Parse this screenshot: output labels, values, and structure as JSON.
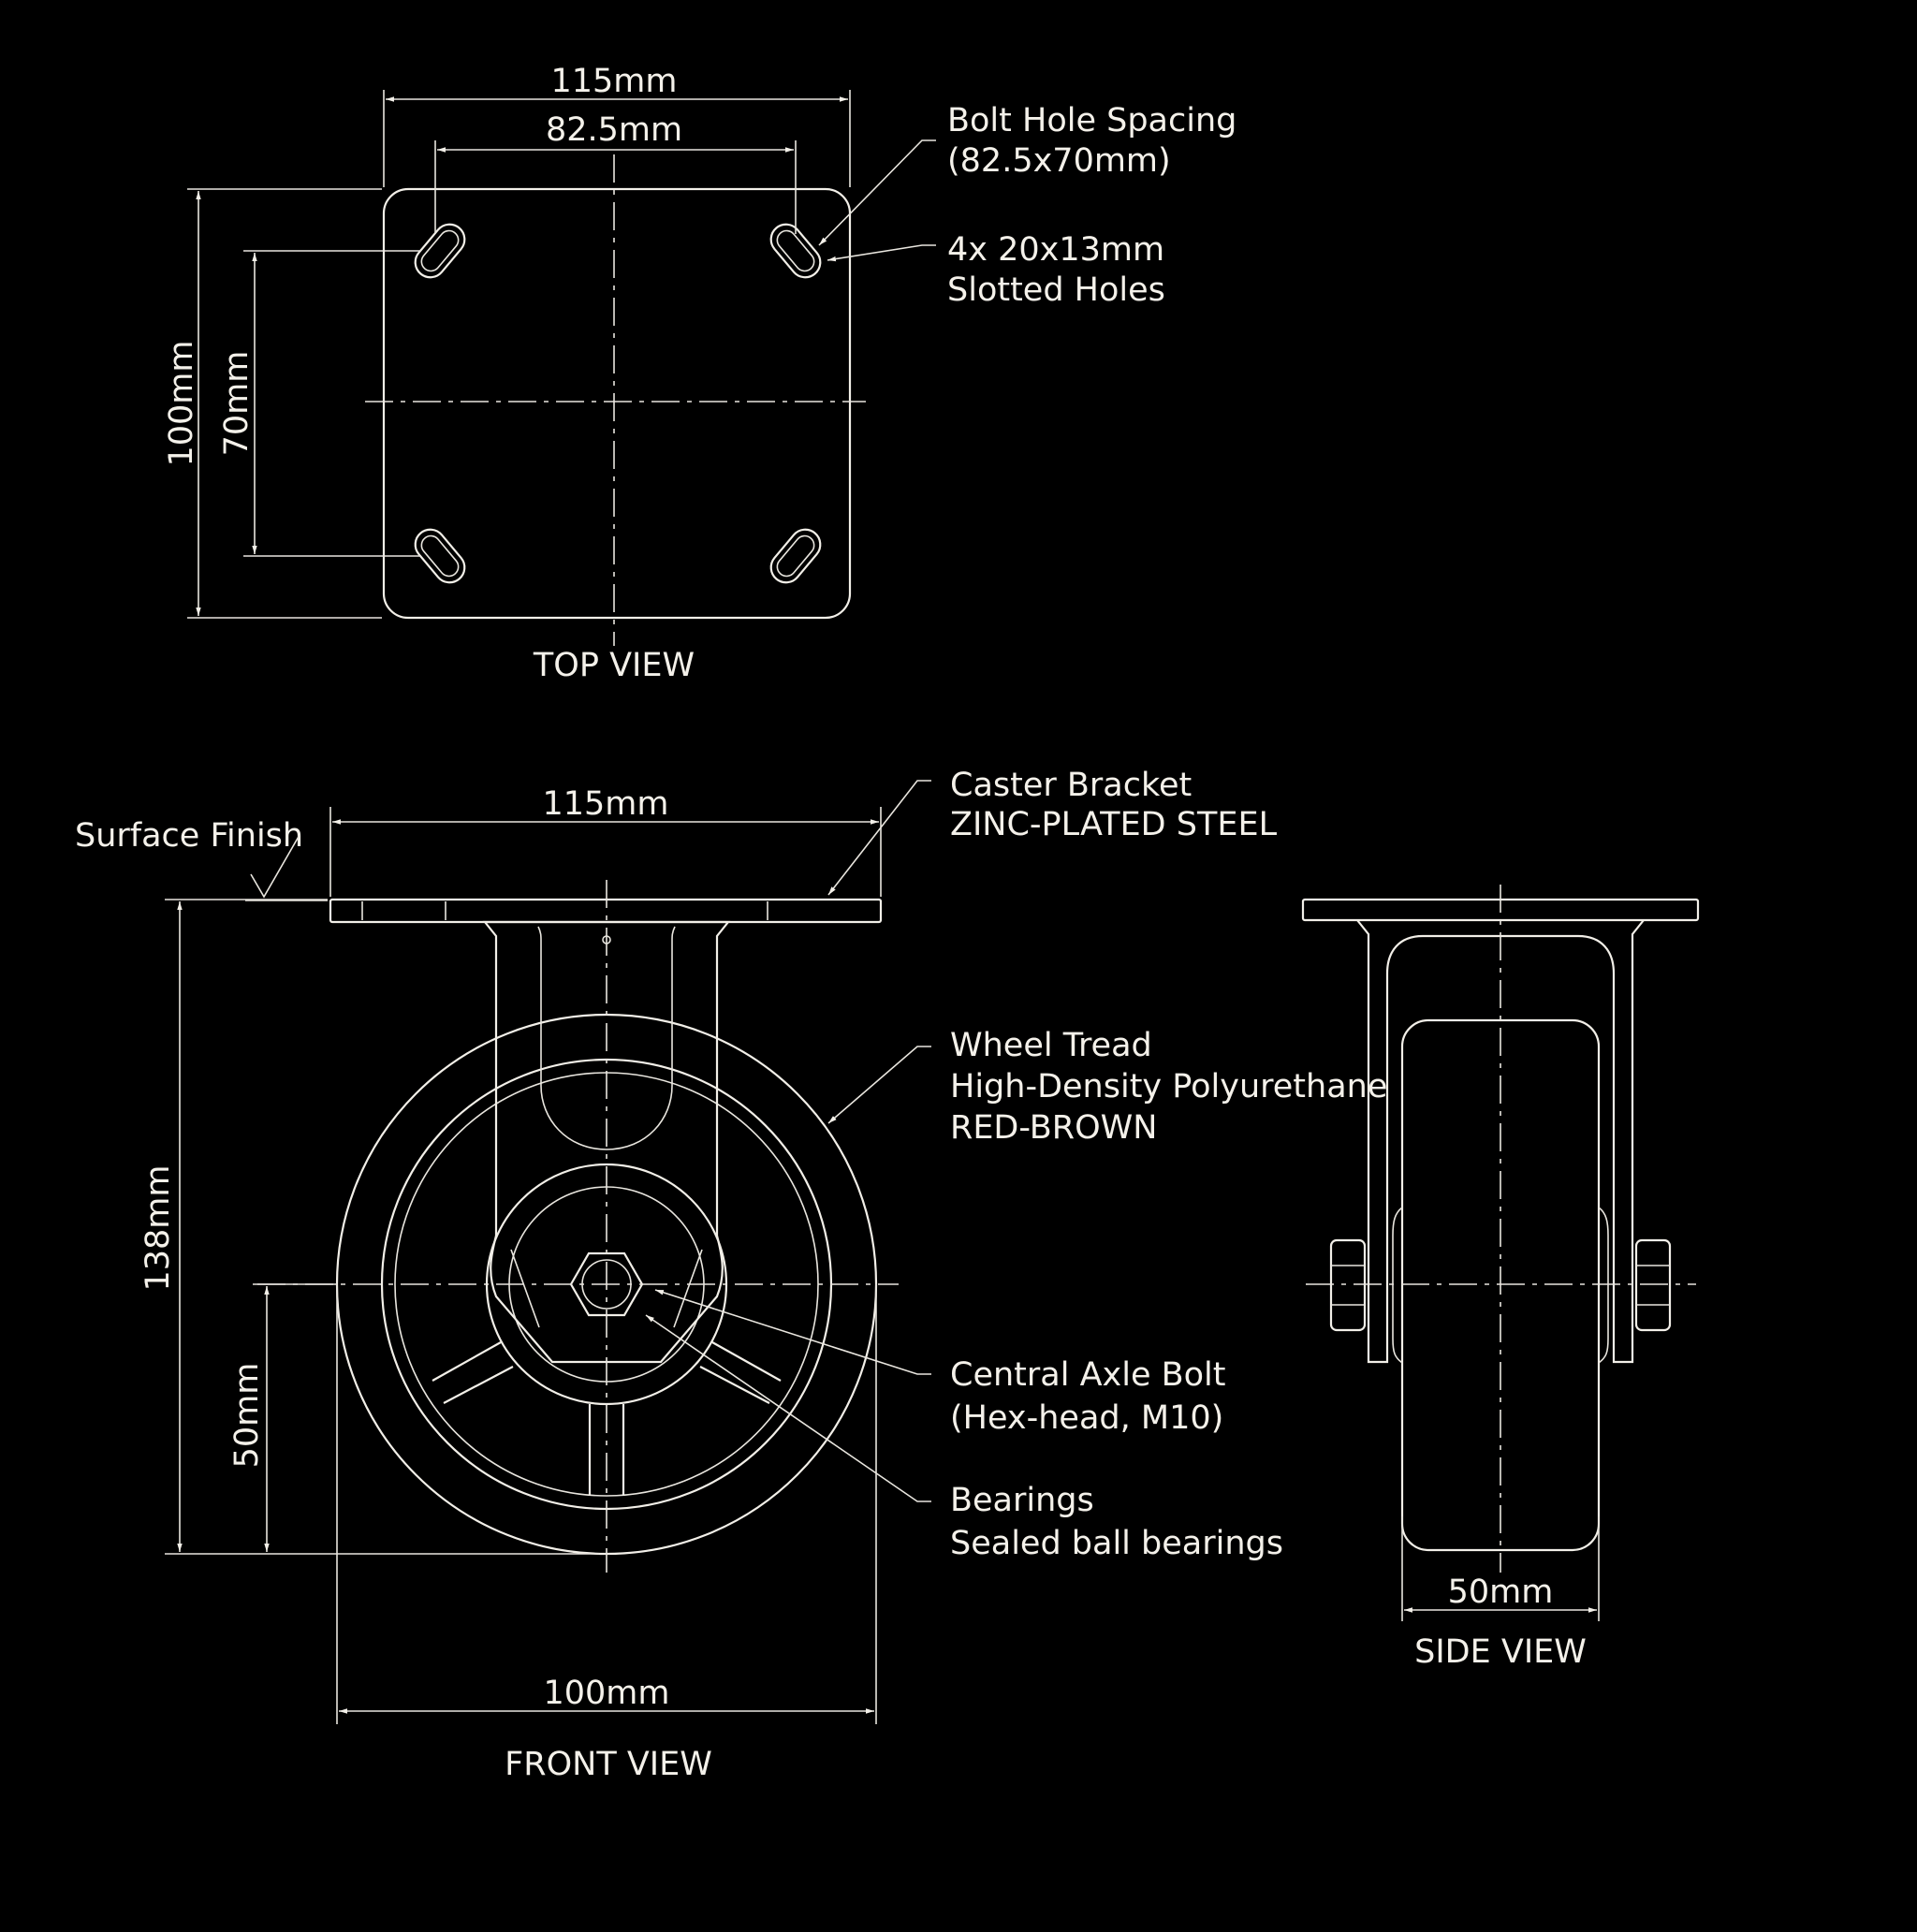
{
  "colors": {
    "background": "#000000",
    "linework": "#f2efe8"
  },
  "top_view": {
    "title": "TOP VIEW",
    "dim_plate_width": "115mm",
    "dim_bolt_width": "82.5mm",
    "dim_plate_depth": "100mm",
    "dim_bolt_depth": "70mm",
    "callout_bolt_spacing": [
      "Bolt Hole Spacing",
      "(82.5x70mm)"
    ],
    "callout_holes": [
      "4x 20x13mm",
      "Slotted Holes"
    ]
  },
  "front_view": {
    "title": "FRONT VIEW",
    "dim_plate_width": "115mm",
    "dim_height": "138mm",
    "dim_axle_height": "50mm",
    "dim_wheel_diameter": "100mm",
    "surface_finish": "Surface Finish",
    "callout_bracket": [
      "Caster Bracket",
      "ZINC-PLATED STEEL"
    ],
    "callout_tread": [
      "Wheel Tread",
      "High-Density Polyurethane",
      "RED-BROWN"
    ],
    "callout_axle": [
      "Central Axle Bolt",
      "(Hex-head, M10)"
    ],
    "callout_bearings": [
      "Bearings",
      "Sealed ball bearings"
    ]
  },
  "side_view": {
    "title": "SIDE VIEW",
    "dim_wheel_width": "50mm"
  }
}
